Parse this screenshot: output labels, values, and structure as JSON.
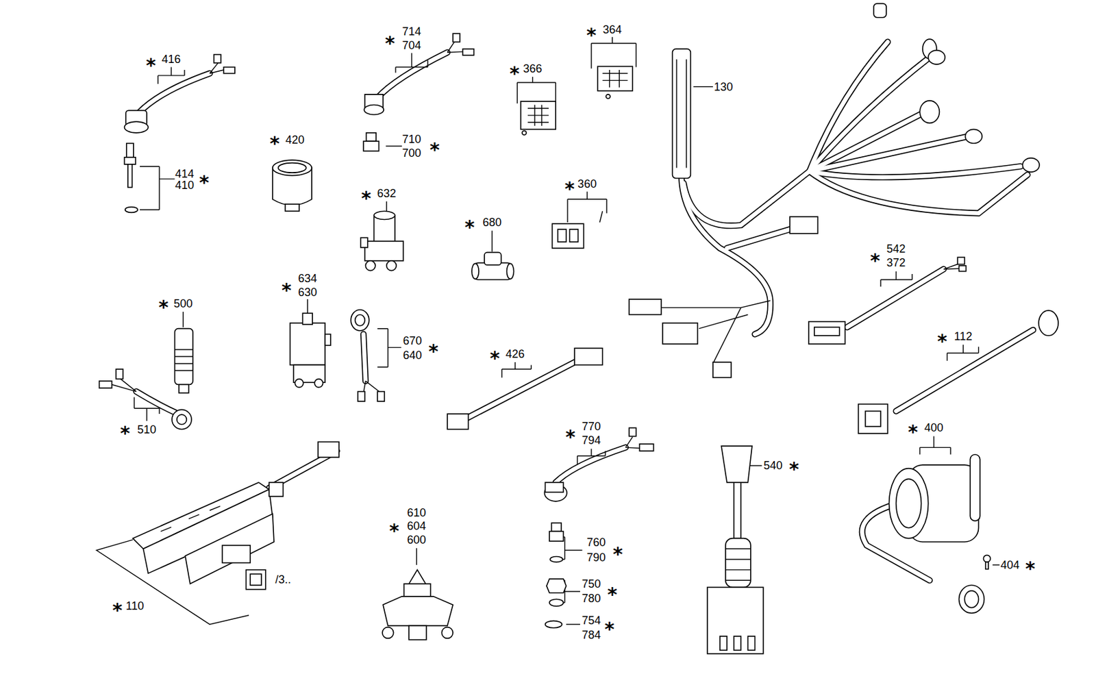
{
  "diagram": {
    "labels": [
      "*",
      "714",
      "704",
      "*",
      "364",
      "*",
      "416",
      "*",
      "366",
      "130",
      "*",
      "420",
      "710",
      "700",
      "*",
      "414",
      "410",
      "*",
      "*",
      "360",
      "*",
      "632",
      "*",
      "680",
      "*",
      "542",
      "372",
      "*",
      "634",
      "630",
      "*",
      "500",
      "*",
      "112",
      "670",
      "640",
      "*",
      "*",
      "426",
      "*",
      "510",
      "*",
      "400",
      "*",
      "770",
      "794",
      "540",
      "*",
      "610",
      "*",
      "604",
      "600",
      "760",
      "*",
      "790",
      "404",
      "*",
      "/3..",
      "750",
      "*",
      "780",
      "*",
      "110",
      "754",
      "*",
      "784"
    ]
  }
}
